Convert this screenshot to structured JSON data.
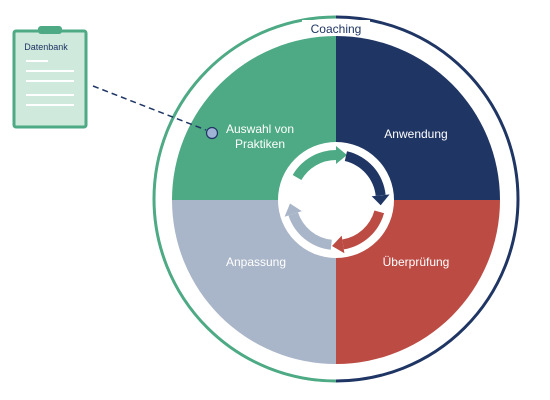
{
  "outer_ring": {
    "label": "Coaching"
  },
  "database": {
    "label": "Datenbank"
  },
  "segments": {
    "selection": {
      "label_line1": "Auswahl von",
      "label_line2": "Praktiken",
      "color": "#4daa84"
    },
    "application": {
      "label": "Anwendung",
      "color": "#1f3564"
    },
    "review": {
      "label": "Überprüfung",
      "color": "#bc4b44"
    },
    "adjustment": {
      "label": "Anpassung",
      "color": "#a9b5c8"
    }
  },
  "colors": {
    "ring_green": "#4daa84",
    "ring_navy": "#1f3564",
    "clipboard_fill": "#cfe9dc",
    "clipboard_border": "#4daa84",
    "connector": "#1f3564",
    "node_fill": "#9fb3d6"
  },
  "cycle_arrows": [
    {
      "name": "green",
      "color": "#4daa84"
    },
    {
      "name": "navy",
      "color": "#1f3564"
    },
    {
      "name": "red",
      "color": "#bc4b44"
    },
    {
      "name": "gray",
      "color": "#a9b5c8"
    }
  ]
}
